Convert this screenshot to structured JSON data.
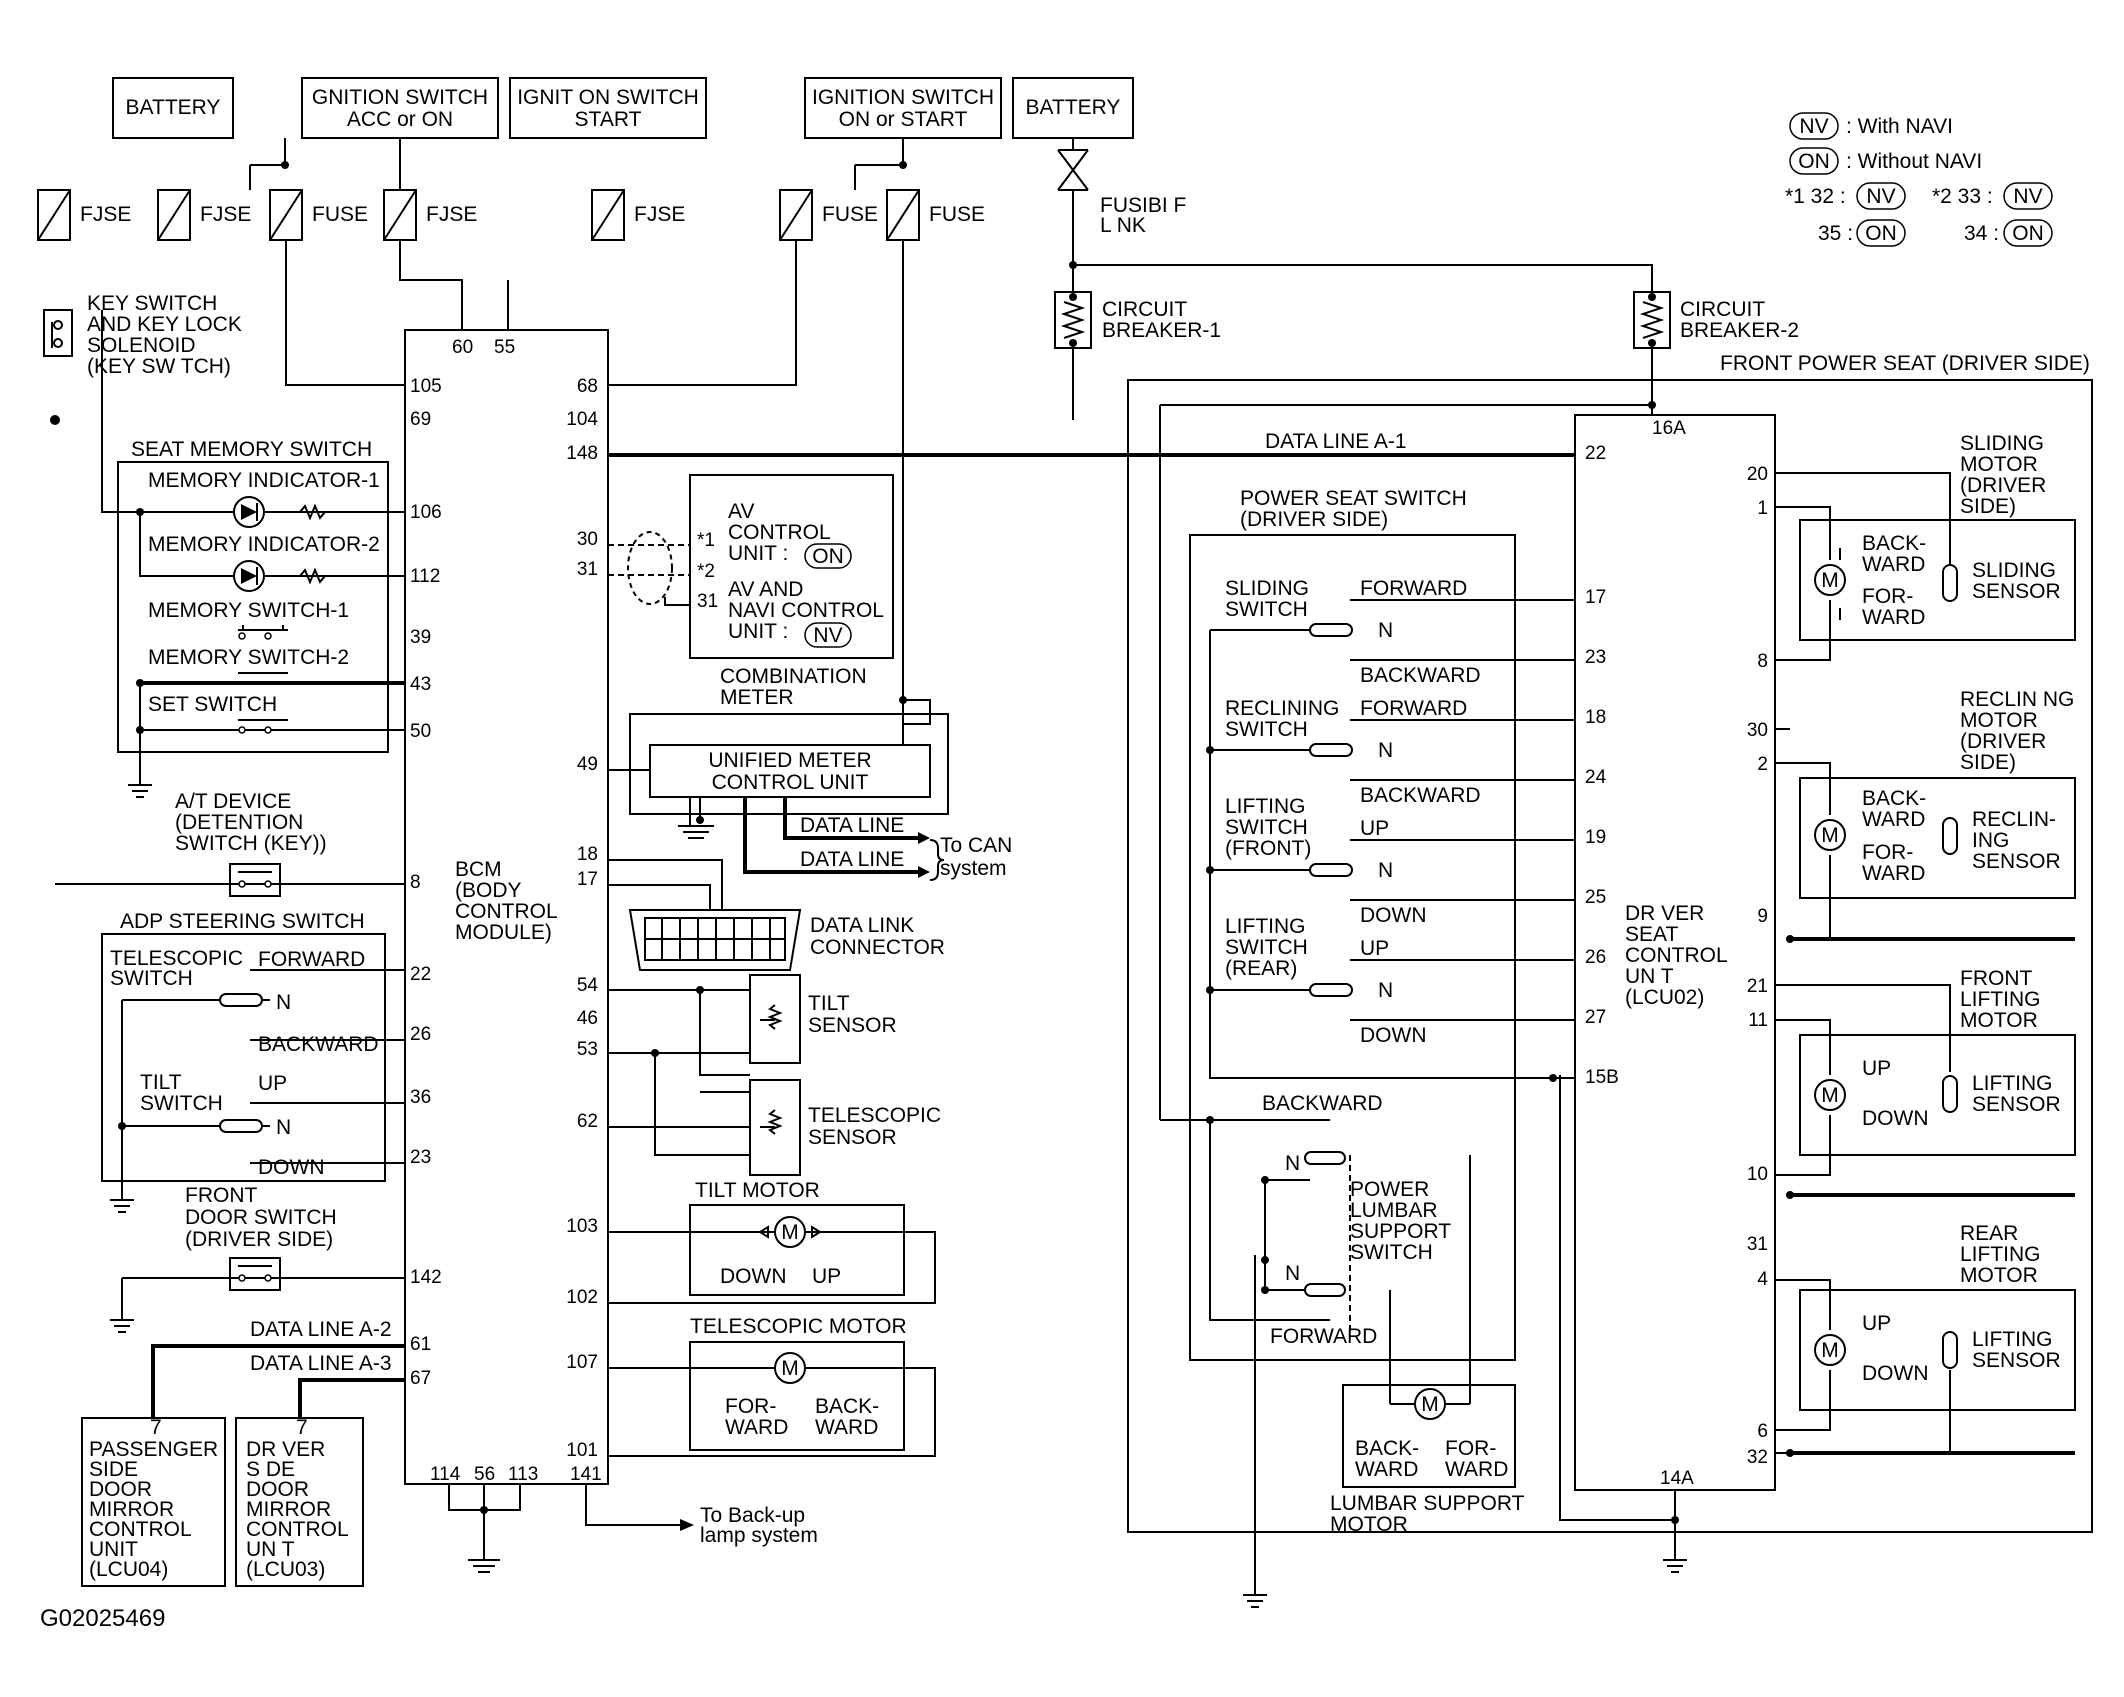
{
  "diagram_id": "G02025469",
  "sources": {
    "battery_left": "BATTERY",
    "ign_acc_on_1": "GNITION SWITCH",
    "ign_acc_on_2": "ACC or ON",
    "ign_start_1": "IGNIT ON SWITCH",
    "ign_start_2": "START",
    "ign_on_start_1": "IGNITION SWITCH",
    "ign_on_start_2": "ON or START",
    "battery_right": "BATTERY"
  },
  "fuses": [
    "FJSE",
    "FJSE",
    "FUSE",
    "FJSE",
    "FJSE",
    "FUSE",
    "FUSE"
  ],
  "fusible_link_1": "FUSIBI F",
  "fusible_link_2": "L NK",
  "circuit_breaker_1": [
    "CIRCUIT",
    "BREAKER-1"
  ],
  "circuit_breaker_2": [
    "CIRCUIT",
    "BREAKER-2"
  ],
  "legend": {
    "nv_badge": "NV",
    "nv_text": ": With NAVI",
    "on_badge": "ON",
    "on_text": ": Without NAVI",
    "r1_a": "*1 32 :",
    "r1_b": "NV",
    "r1_c": "*2 33 :",
    "r1_d": "NV",
    "r2_a": "35 :",
    "r2_b": "ON",
    "r2_c": "34 :",
    "r2_d": "ON"
  },
  "key_switch": [
    "KEY SWITCH",
    "AND KEY LOCK",
    "SOLENOID",
    "(KEY SW TCH)"
  ],
  "seat_memory": {
    "title": "SEAT MEMORY SWITCH",
    "ind1": "MEMORY INDICATOR-1",
    "ind2": "MEMORY INDICATOR-2",
    "sw1": "MEMORY SWITCH-1",
    "sw2": "MEMORY SWITCH-2",
    "set": "SET SWITCH"
  },
  "at_device": [
    "A/T DEVICE",
    "(DETENTION",
    "SWITCH (KEY))"
  ],
  "adp": {
    "title": "ADP STEERING SWITCH",
    "tele": [
      "TELESCOPIC",
      "SWITCH"
    ],
    "forward": "FORWARD",
    "n": "N",
    "backward": "BACKWARD",
    "tilt": [
      "TILT",
      "SWITCH"
    ],
    "up": "UP",
    "down": "DOWN"
  },
  "front_door": [
    "FRONT",
    "DOOR SWITCH",
    "(DRIVER SIDE)"
  ],
  "data_line_a2": "DATA LINE A-2",
  "data_line_a3": "DATA LINE A-3",
  "passenger_unit": [
    "7",
    "PASSENGER",
    "SIDE",
    "DOOR",
    "MIRROR",
    "CONTROL",
    "UNIT",
    "(LCU04)"
  ],
  "driver_mirror_unit": [
    "7",
    "DR VER",
    "S DE",
    "DOOR",
    "MIRROR",
    "CONTROL",
    "UN T",
    "(LCU03)"
  ],
  "bcm": [
    "BCM",
    "(BODY",
    "CONTROL",
    "MODULE)"
  ],
  "bcm_pins_left": [
    "105",
    "69",
    "106",
    "112",
    "39",
    "43",
    "50",
    "8",
    "22",
    "26",
    "36",
    "23",
    "142",
    "61",
    "67"
  ],
  "bcm_pins_top": [
    "60",
    "55"
  ],
  "bcm_pins_bottom": [
    "114",
    "56",
    "113",
    "141"
  ],
  "bcm_pins_right": [
    "68",
    "104",
    "148",
    "30",
    "31",
    "49",
    "18",
    "17",
    "54",
    "46",
    "53",
    "62",
    "103",
    "102",
    "107",
    "101"
  ],
  "av_unit": {
    "l1": "AV",
    "l2": "CONTROL",
    "l3": "UNIT :",
    "b1": "ON",
    "l4": "AV AND",
    "l5": "NAVI CONTROL",
    "l6": "UNIT :",
    "b2": "NV",
    "p1": "*1",
    "p2": "*2",
    "p3": "31"
  },
  "combination_meter": [
    "COMBINATION",
    "METER"
  ],
  "unified_meter": [
    "UNIFIED METER",
    "CONTROL UNIT"
  ],
  "data_line": "DATA LINE",
  "to_can": [
    "To CAN",
    "system"
  ],
  "dlc": [
    "DATA LINK",
    "CONNECTOR"
  ],
  "tilt_sensor": [
    "TILT",
    "SENSOR"
  ],
  "tele_sensor": [
    "TELESCOPIC",
    "SENSOR"
  ],
  "tilt_motor": {
    "title": "TILT MOTOR",
    "down": "DOWN",
    "up": "UP"
  },
  "tele_motor": {
    "title": "TELESCOPIC MOTOR",
    "fwd": [
      "FOR-",
      "WARD"
    ],
    "back": [
      "BACK-",
      "WARD"
    ]
  },
  "backup": [
    "To Back-up",
    "lamp system"
  ],
  "data_line_a1": "DATA LINE A-1",
  "front_power_seat": "FRONT POWER SEAT (DRIVER SIDE)",
  "pss": {
    "title": [
      "POWER SEAT SWITCH",
      "(DRIVER SIDE)"
    ],
    "sliding": [
      "SLIDING",
      "SWITCH"
    ],
    "reclining": [
      "RECLINING",
      "SWITCH"
    ],
    "lift_front": [
      "LIFTING",
      "SWITCH",
      "(FRONT)"
    ],
    "lift_rear": [
      "LIFTING",
      "SWITCH",
      "(REAR)"
    ],
    "forward": "FORWARD",
    "backward": "BACKWARD",
    "n": "N",
    "up": "UP",
    "down": "DOWN"
  },
  "lumbar": {
    "backward": "BACKWARD",
    "forward": "FORWARD",
    "n": "N",
    "switch": [
      "POWER",
      "LUMBAR",
      "SUPPORT",
      "SWITCH"
    ],
    "motor_title": [
      "LUMBAR SUPPORT",
      "MOTOR"
    ],
    "back": [
      "BACK-",
      "WARD"
    ],
    "fwd": [
      "FOR-",
      "WARD"
    ]
  },
  "dscu": [
    "DR VER",
    "SEAT",
    "CONTROL",
    "UN T",
    "(LCU02)"
  ],
  "dscu_pins_left": [
    "22",
    "17",
    "23",
    "18",
    "24",
    "19",
    "25",
    "26",
    "27",
    "15B"
  ],
  "dscu_pin_top": "16A",
  "dscu_pin_bottom": "14A",
  "dscu_pins_right": [
    "20",
    "1",
    "8",
    "30",
    "2",
    "9",
    "21",
    "11",
    "10",
    "31",
    "4",
    "6",
    "32"
  ],
  "motors": {
    "sliding": {
      "title": [
        "SLIDING",
        "MOTOR",
        "(DRIVER",
        "SIDE)"
      ],
      "a": [
        "BACK-",
        "WARD"
      ],
      "b": [
        "FOR-",
        "WARD"
      ],
      "sensor": [
        "SLIDING",
        "SENSOR"
      ]
    },
    "reclining": {
      "title": [
        "RECLIN NG",
        "MOTOR",
        "(DRIVER",
        "SIDE)"
      ],
      "a": [
        "BACK-",
        "WARD"
      ],
      "b": [
        "FOR-",
        "WARD"
      ],
      "sensor": [
        "RECLIN-",
        "ING",
        "SENSOR"
      ]
    },
    "front_lift": {
      "title": [
        "FRONT",
        "LIFTING",
        "MOTOR"
      ],
      "a": [
        "UP"
      ],
      "b": [
        "DOWN"
      ],
      "sensor": [
        "LIFTING",
        "SENSOR"
      ]
    },
    "rear_lift": {
      "title": [
        "REAR",
        "LIFTING",
        "MOTOR"
      ],
      "a": [
        "UP"
      ],
      "b": [
        "DOWN"
      ],
      "sensor": [
        "LIFTING",
        "SENSOR"
      ]
    }
  }
}
